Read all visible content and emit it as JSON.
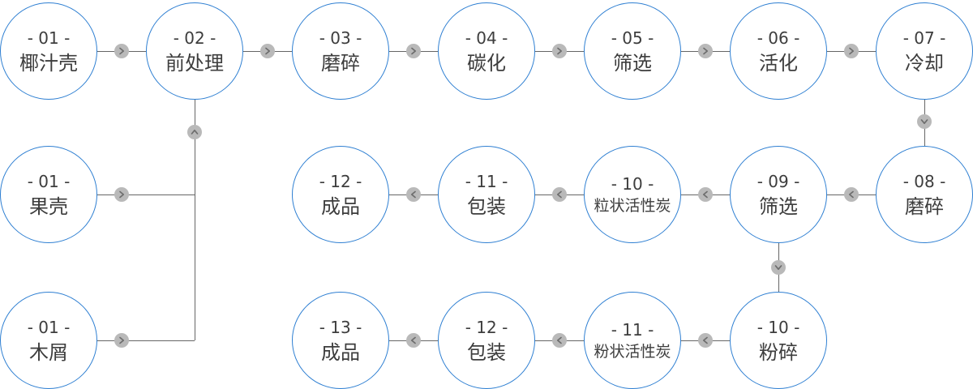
{
  "diagram_type": "process-flowchart",
  "colors": {
    "node_border": "#2e7fd2",
    "node_text": "#3d3d3d",
    "connector_line": "#666666",
    "arrow_badge_bg": "#b9b9b9",
    "arrow_glyph": "#6d6d6d",
    "background": "#ffffff"
  },
  "icons": {
    "chevron_right": "›",
    "chevron_left": "‹",
    "chevron_up": "ˆ",
    "chevron_down": "ˇ"
  },
  "nodes": [
    {
      "number": "- 01 -",
      "label": "椰汁壳"
    },
    {
      "number": "- 02 -",
      "label": "前处理"
    },
    {
      "number": "- 03 -",
      "label": "磨碎"
    },
    {
      "number": "- 04 -",
      "label": "碳化"
    },
    {
      "number": "- 05 -",
      "label": "筛选"
    },
    {
      "number": "- 06 -",
      "label": "活化"
    },
    {
      "number": "- 07 -",
      "label": "冷却"
    },
    {
      "number": "- 01 -",
      "label": "果壳"
    },
    {
      "number": "- 12 -",
      "label": "成品"
    },
    {
      "number": "- 11 -",
      "label": "包装"
    },
    {
      "number": "- 10 -",
      "label": "粒状活性炭"
    },
    {
      "number": "- 09 -",
      "label": "筛选"
    },
    {
      "number": "- 08 -",
      "label": "磨碎"
    },
    {
      "number": "- 01 -",
      "label": "木屑"
    },
    {
      "number": "- 13 -",
      "label": "成品"
    },
    {
      "number": "- 12 -",
      "label": "包装"
    },
    {
      "number": "- 11 -",
      "label": "粉状活性炭"
    },
    {
      "number": "- 10 -",
      "label": "粉碎"
    }
  ]
}
